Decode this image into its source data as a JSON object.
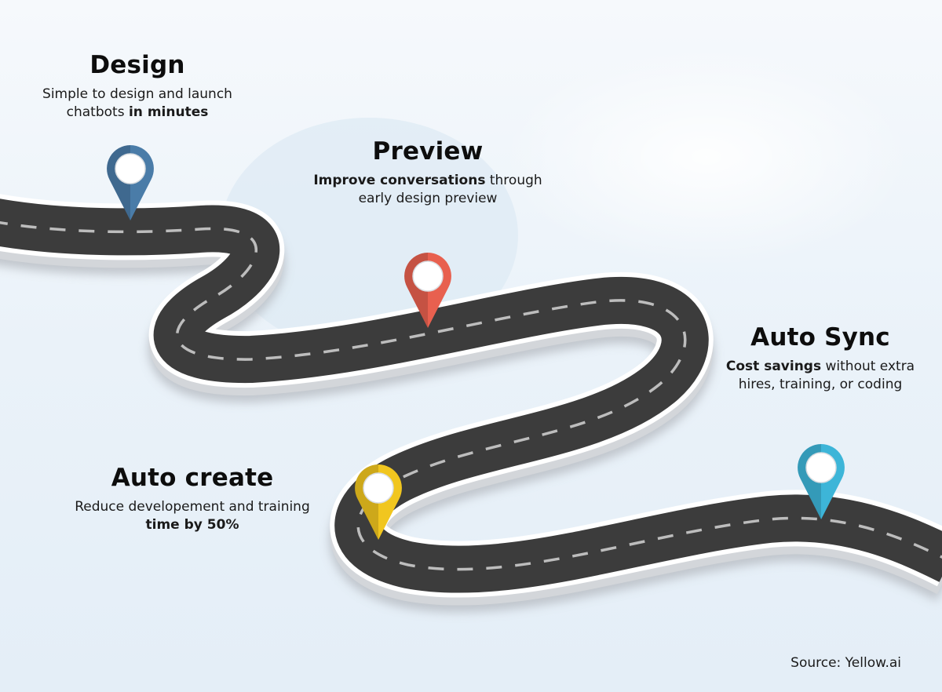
{
  "milestones": [
    {
      "id": "design",
      "title": "Design",
      "desc_before": "Simple to design and launch chatbots ",
      "desc_bold": "in minutes",
      "desc_after": "",
      "pin_color": "#4a7ca8"
    },
    {
      "id": "preview",
      "title": "Preview",
      "desc_before": "",
      "desc_bold": "Improve conversations",
      "desc_after": " through early design preview",
      "pin_color": "#e8604f"
    },
    {
      "id": "auto-sync",
      "title": "Auto Sync",
      "desc_before": "",
      "desc_bold": "Cost savings",
      "desc_after": " without extra hires, training, or coding",
      "pin_color": "#3db5d8"
    },
    {
      "id": "auto-create",
      "title": "Auto create",
      "desc_before": "Reduce developement and training ",
      "desc_bold": "time by 50%",
      "desc_after": "",
      "pin_color": "#f1c61f"
    }
  ],
  "source": "Source: Yellow.ai",
  "colors": {
    "road": "#3c3c3c",
    "road_edge": "#ffffff",
    "road_shadow": "#b9bec4",
    "lane_marking": "#bdbdbd",
    "background": "#e9f1f8"
  }
}
